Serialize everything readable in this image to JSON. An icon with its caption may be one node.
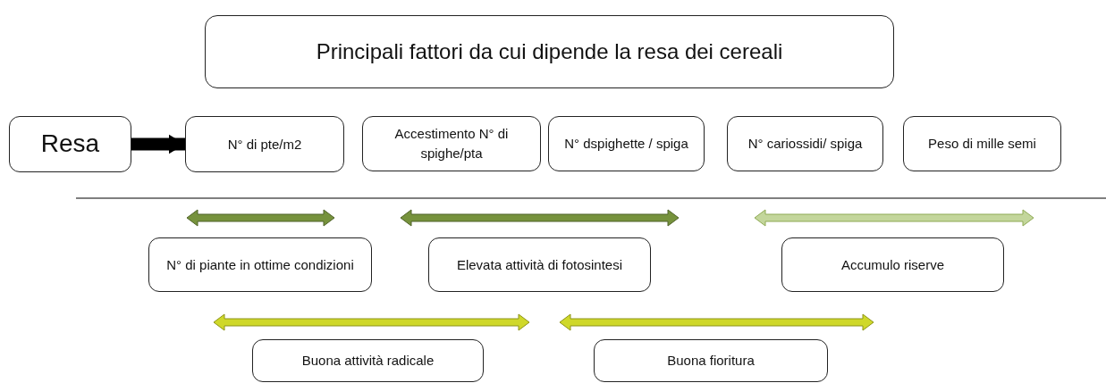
{
  "diagram": {
    "title": "Principali fattori da cui dipende la resa dei cereali",
    "nodes": [
      {
        "text": [
          "Resa"
        ]
      },
      {
        "text": [
          "N° di pte/m2"
        ]
      },
      {
        "text": [
          "Accestimento N° di spighe/pta"
        ]
      },
      {
        "text": [
          "N° dspighette / spiga"
        ]
      },
      {
        "text": [
          "N° cariossidi/ spiga"
        ]
      },
      {
        "text": [
          "Peso di mille semi"
        ]
      },
      {
        "text": [],
        "shape": "arrow"
      },
      {
        "text": [],
        "shape": "arrow"
      },
      {
        "text": [],
        "shape": "arrow"
      },
      {
        "text": [
          "N° di piante in ottime condizioni"
        ]
      },
      {
        "text": [
          "Elevata attività di fotosintesi"
        ]
      },
      {
        "text": [
          "Accumulo riserve"
        ]
      },
      {
        "text": [],
        "shape": "arrow"
      },
      {
        "text": [],
        "shape": "arrow"
      },
      {
        "text": [
          "Buona attività radicale"
        ]
      },
      {
        "text": [
          "Buona fioritura"
        ]
      }
    ],
    "edges": [
      {
        "from": 0,
        "to": 1,
        "arrow": "to"
      }
    ]
  }
}
